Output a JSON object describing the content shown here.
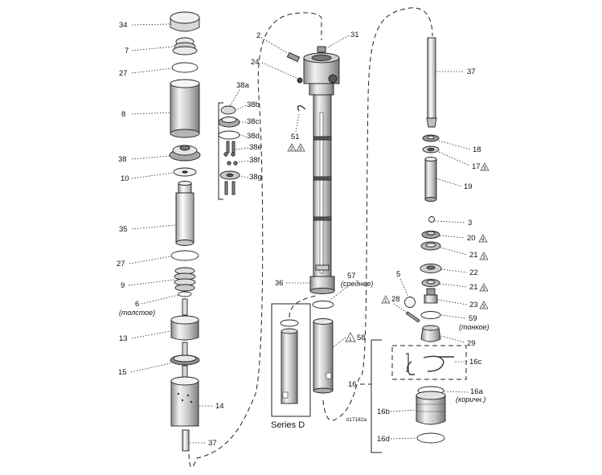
{
  "labels": {
    "l34": "34",
    "l7": "7",
    "l27a": "27",
    "l8": "8",
    "l38": "38",
    "l10": "10",
    "l35": "35",
    "l27b": "27",
    "l9": "9",
    "l6": "6",
    "l6note": "(толстое)",
    "l13": "13",
    "l15": "15",
    "l14": "14",
    "l37b": "37",
    "l38a": "38a",
    "l38b": "38b",
    "l38c": "38c",
    "l38d": "38d",
    "l38e": "38e",
    "l38f": "38f",
    "l38g": "38g",
    "l2": "2",
    "l24": "24",
    "l31": "31",
    "l51": "51",
    "l36": "36",
    "l57": "57",
    "l57note": "(среднее)",
    "l58": "58",
    "series": "Series D",
    "fig_id": "ti17182a",
    "l37a": "37",
    "l18": "18",
    "l17": "17",
    "l19": "19",
    "l3": "3",
    "l20": "20",
    "l21a": "21",
    "l22": "22",
    "l21b": "21",
    "l23": "23",
    "l5": "5",
    "l28": "28",
    "l59": "59",
    "l59note": "(тонкое)",
    "l29": "29",
    "l16": "16",
    "l16c": "16c",
    "l16a": "16a",
    "l16anote": "(коричн.)",
    "l16b": "16b",
    "l16d": "16d"
  },
  "warnings": {
    "w51a": "2",
    "w51b": "3",
    "w17": "3",
    "w20": "4",
    "w21a": "3",
    "w21b": "3",
    "w23": "3",
    "w28": "1",
    "w58": "1"
  }
}
